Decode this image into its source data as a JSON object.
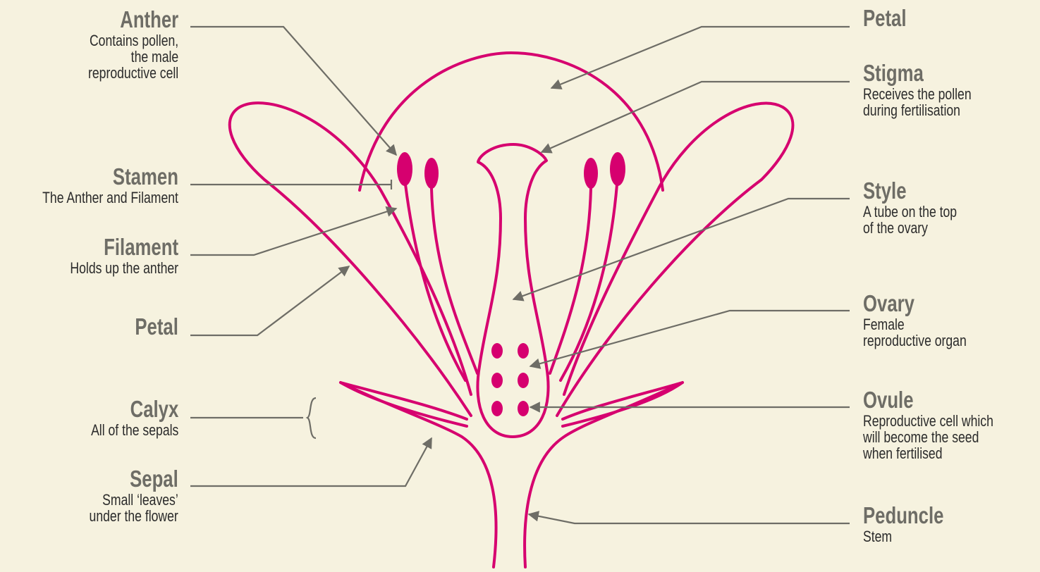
{
  "colors": {
    "background": "#f6f2df",
    "flower": "#d6006f",
    "leader": "#6e6d66",
    "title": "#6e6d66",
    "text": "#2b2b2b"
  },
  "labels": {
    "anther": {
      "title": "Anther",
      "desc": [
        "Contains pollen,",
        "the male",
        "reproductive cell"
      ]
    },
    "stamen": {
      "title": "Stamen",
      "desc": [
        "The Anther and Filament"
      ]
    },
    "filament": {
      "title": "Filament",
      "desc": [
        "Holds up the anther"
      ]
    },
    "petal_left": {
      "title": "Petal",
      "desc": []
    },
    "calyx": {
      "title": "Calyx",
      "desc": [
        "All of the sepals"
      ]
    },
    "sepal": {
      "title": "Sepal",
      "desc": [
        "Small ‘leaves’",
        "under the flower"
      ]
    },
    "petal_right": {
      "title": "Petal",
      "desc": []
    },
    "stigma": {
      "title": "Stigma",
      "desc": [
        "Receives the pollen",
        "during fertilisation"
      ]
    },
    "style": {
      "title": "Style",
      "desc": [
        "A tube on the top",
        "of the ovary"
      ]
    },
    "ovary": {
      "title": "Ovary",
      "desc": [
        "Female",
        "reproductive organ"
      ]
    },
    "ovule": {
      "title": "Ovule",
      "desc": [
        "Reproductive cell which",
        "will become the seed",
        "when fertilised"
      ]
    },
    "peduncle": {
      "title": "Peduncle",
      "desc": [
        "Stem"
      ]
    }
  }
}
